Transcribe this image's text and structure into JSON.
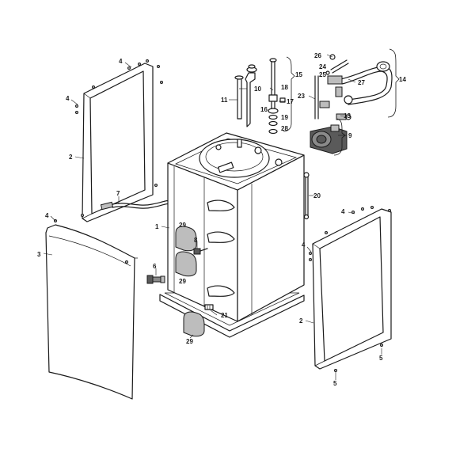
{
  "diagram": {
    "callouts": {
      "c1": "1",
      "c2a": "2",
      "c2b": "2",
      "c3": "3",
      "c4a": "4",
      "c4b": "4",
      "c4c": "4",
      "c4d": "4",
      "c4e": "4",
      "c5a": "5",
      "c5b": "5",
      "c6": "6",
      "c7": "7",
      "c8": "8",
      "c9": "9",
      "c10": "10",
      "c11": "11",
      "c13": "13",
      "c14": "14",
      "c15": "15",
      "c16": "16",
      "c17": "17",
      "c18": "18",
      "c19": "19",
      "c20": "20",
      "c21": "21",
      "c23": "23",
      "c24": "24",
      "c25": "25",
      "c26": "26",
      "c27": "27",
      "c28": "28",
      "c29a": "29",
      "c29b": "29",
      "c29c": "29"
    }
  }
}
